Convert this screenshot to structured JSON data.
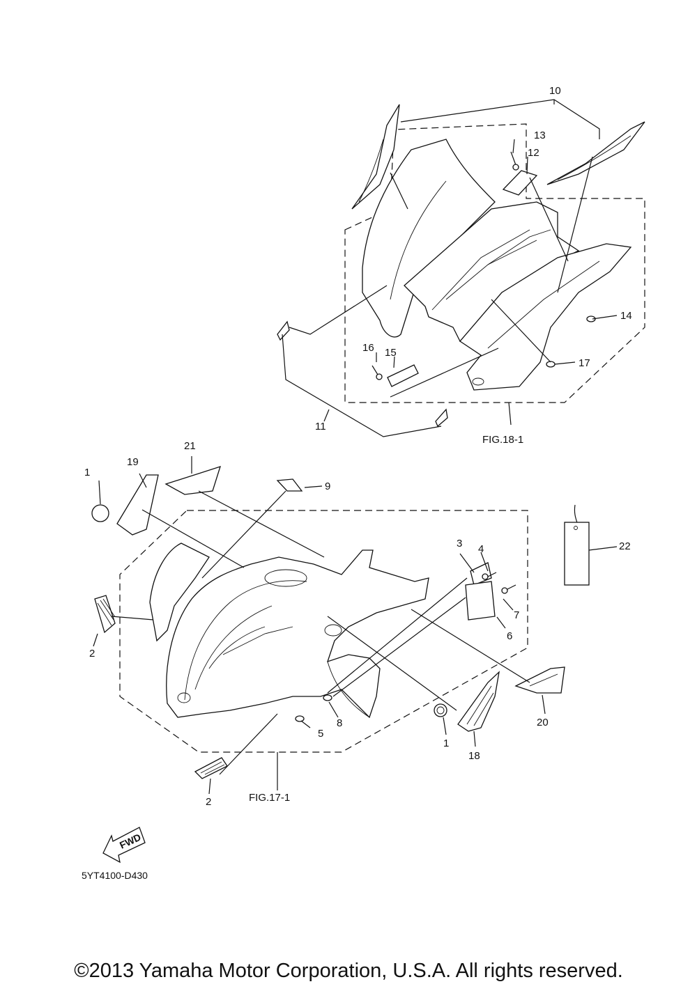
{
  "callouts": {
    "n1a": "1",
    "n1b": "1",
    "n2a": "2",
    "n2b": "2",
    "n3": "3",
    "n4": "4",
    "n5": "5",
    "n6": "6",
    "n7": "7",
    "n8": "8",
    "n9": "9",
    "n10": "10",
    "n11": "11",
    "n12": "12",
    "n13": "13",
    "n14": "14",
    "n15": "15",
    "n16": "16",
    "n17": "17",
    "n18": "18",
    "n19": "19",
    "n20": "20",
    "n21": "21",
    "n22": "22"
  },
  "figures": {
    "fig18": "FIG.18-1",
    "fig17": "FIG.17-1"
  },
  "fwd_label": "FWD",
  "diagram_code": "5YT4100-D430",
  "copyright": "©2013 Yamaha Motor Corporation, U.S.A. All rights reserved."
}
